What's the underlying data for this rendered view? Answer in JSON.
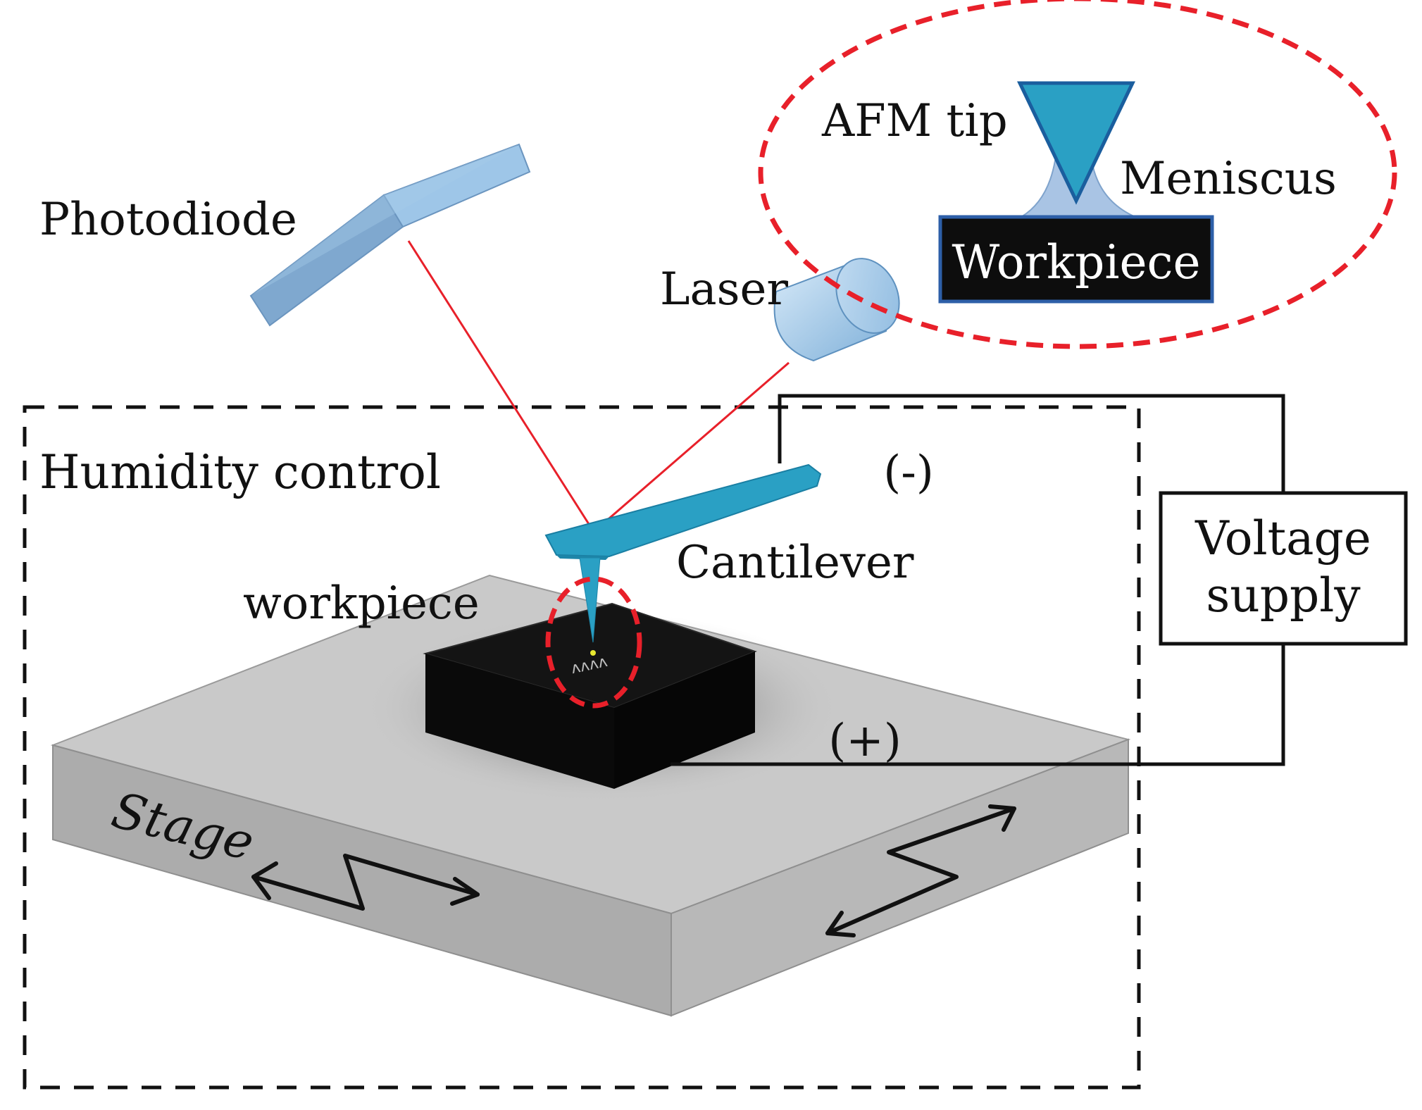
{
  "labels": {
    "photodiode": "Photodiode",
    "laser": "Laser",
    "afm_tip": "AFM tip",
    "meniscus": "Meniscus",
    "inset_workpiece": "Workpiece",
    "humidity_control": "Humidity control",
    "cantilever": "Cantilever",
    "workpiece": "workpiece",
    "voltage_supply_line1": "Voltage",
    "voltage_supply_line2": "supply",
    "negative": "(-)",
    "positive": "(+)",
    "stage": "Stage"
  },
  "colors": {
    "laser_beam": "#e8202a",
    "highlight_dash": "#e8202a",
    "photodiode_blue": "#9cc3e6",
    "cantilever_blue": "#2aa0c4",
    "tip_blue": "#2aa0c4",
    "meniscus_blue": "#a9c4e4",
    "workpiece_black": "#0d0d0d",
    "stage_top": "#c9c9c9",
    "stage_side": "#a9a9a9",
    "wire": "#111111"
  }
}
